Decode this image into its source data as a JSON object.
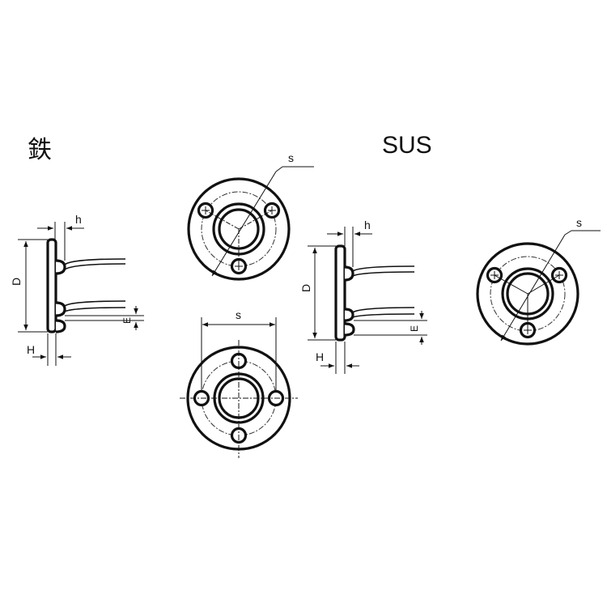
{
  "titles": {
    "iron": "鉄",
    "sus": "SUS"
  },
  "dimension_labels": {
    "s": "s",
    "h": "h",
    "D": "D",
    "H": "H",
    "E": "E"
  }
}
